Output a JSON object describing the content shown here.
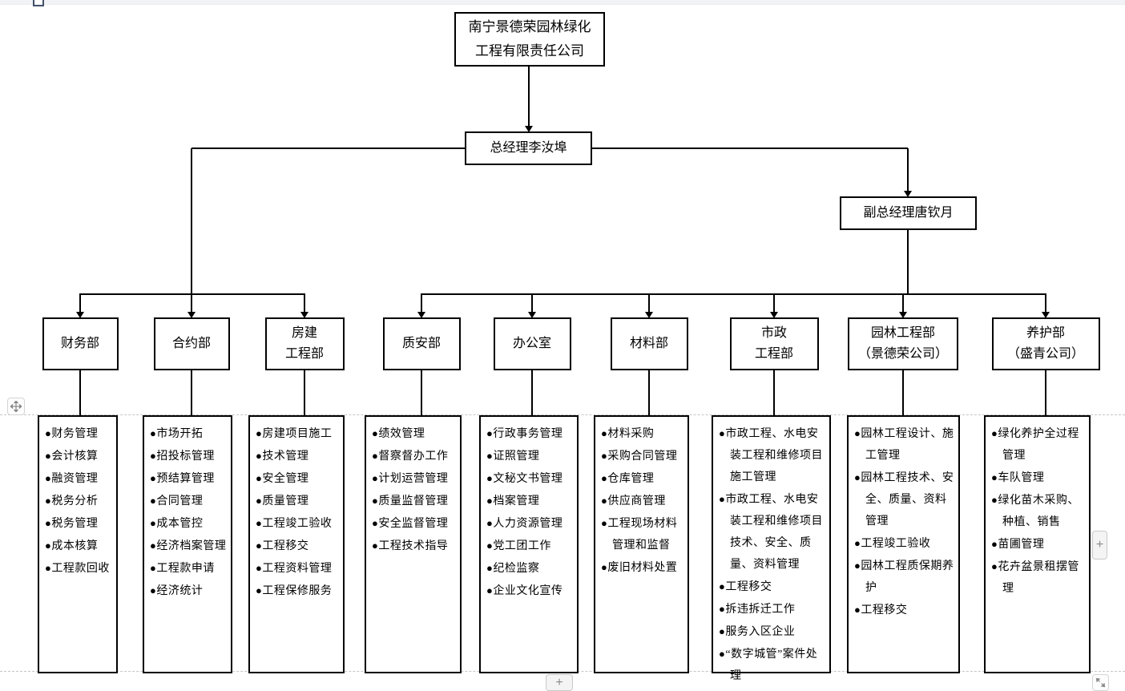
{
  "org": {
    "bullet": "●",
    "root": {
      "lines": [
        "南宁景德荣园林绿化",
        "工程有限责任公司"
      ]
    },
    "general_manager": "总经理李汝埠",
    "deputy_general_manager": "副总经理唐钦月",
    "departments": [
      {
        "name_lines": [
          "财务部"
        ],
        "duties": [
          "财务管理",
          "会计核算",
          "融资管理",
          "税务分析",
          "税务管理",
          "成本核算",
          "工程款回收"
        ]
      },
      {
        "name_lines": [
          "合约部"
        ],
        "duties": [
          "市场开拓",
          "招投标管理",
          "预结算管理",
          "合同管理",
          "成本管控",
          "经济档案管理",
          "工程款申请",
          "经济统计"
        ]
      },
      {
        "name_lines": [
          "房建",
          "工程部"
        ],
        "duties": [
          "房建项目施工",
          "技术管理",
          "安全管理",
          "质量管理",
          "工程竣工验收",
          "工程移交",
          "工程资料管理",
          "工程保修服务"
        ]
      },
      {
        "name_lines": [
          "质安部"
        ],
        "duties": [
          "绩效管理",
          "督察督办工作",
          "计划运营管理",
          "质量监督管理",
          "安全监督管理",
          "工程技术指导"
        ]
      },
      {
        "name_lines": [
          "办公室"
        ],
        "duties": [
          "行政事务管理",
          "证照管理",
          "文秘文书管理",
          "档案管理",
          "人力资源管理",
          "党工团工作",
          "纪检监察",
          "企业文化宣传"
        ]
      },
      {
        "name_lines": [
          "材料部"
        ],
        "duties": [
          "材料采购",
          "采购合同管理",
          "仓库管理",
          "供应商管理",
          "工程现场材料管理和监督",
          "废旧材料处置"
        ]
      },
      {
        "name_lines": [
          "市政",
          "工程部"
        ],
        "duties": [
          "市政工程、水电安装工程和维修项目施工管理",
          "市政工程、水电安装工程和维修项目技术、安全、质量、资料管理",
          "工程移交",
          "拆违拆迁工作",
          "服务入区企业",
          "“数字城管”案件处理"
        ]
      },
      {
        "name_lines": [
          "园林工程部",
          "（景德荣公司）"
        ],
        "duties": [
          "园林工程设计、施工管理",
          "园林工程技术、安全、质量、资料管理",
          "工程竣工验收",
          "园林工程质保期养护",
          "工程移交"
        ]
      },
      {
        "name_lines": [
          "养护部",
          "（盛青公司）"
        ],
        "duties": [
          "绿化养护全过程管理",
          "车队管理",
          "绿化苗木采购、种植、销售",
          "苗圃管理",
          "花卉盆景租摆管理"
        ]
      }
    ]
  },
  "chrome": {
    "zoom_in_bottom": "+",
    "zoom_in_right": "+",
    "icons": {
      "canvas_handle": "canvas-resize-handle",
      "move": "move-cross-arrows",
      "resize": "diagonal-resize-arrows"
    }
  }
}
